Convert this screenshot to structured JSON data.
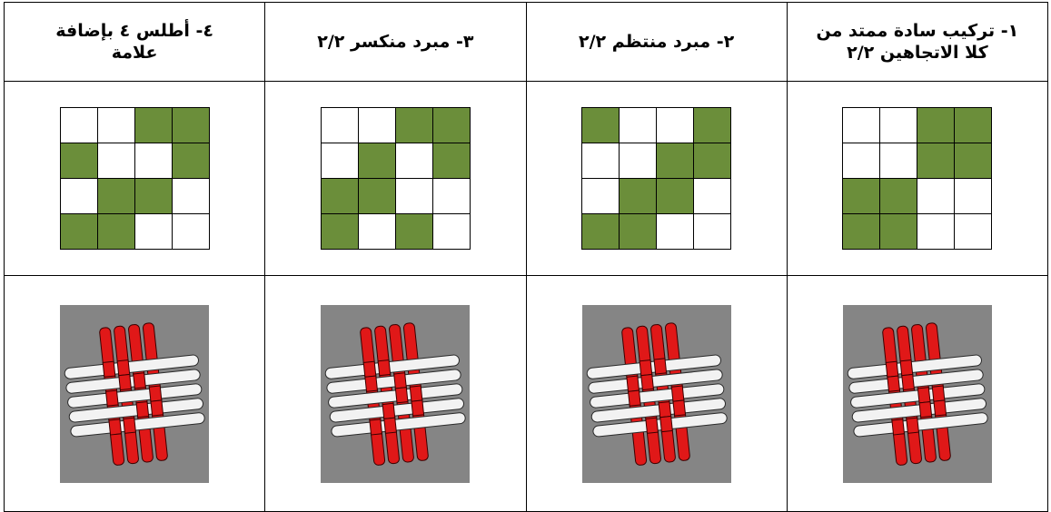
{
  "colors": {
    "filled_cell": "#6b8e3a",
    "empty_cell": "#ffffff",
    "warp_thread": "#e01818",
    "weft_thread": "#f2f2f2",
    "image_background": "#858585"
  },
  "columns": [
    {
      "title": "١- تركيب سادة ممتد من\nكلا الاتجاهين ٢/٢",
      "grid": [
        [
          0,
          0,
          1,
          1
        ],
        [
          0,
          0,
          1,
          1
        ],
        [
          1,
          1,
          0,
          0
        ],
        [
          1,
          1,
          0,
          0
        ]
      ],
      "image": "woven fabric render"
    },
    {
      "title": "٢- مبرد منتظم ٢/٢",
      "grid": [
        [
          1,
          0,
          0,
          1
        ],
        [
          0,
          0,
          1,
          1
        ],
        [
          0,
          1,
          1,
          0
        ],
        [
          1,
          1,
          0,
          0
        ]
      ],
      "image": "woven fabric render"
    },
    {
      "title": "٣- مبرد منكسر ٢/٢",
      "grid": [
        [
          0,
          0,
          1,
          1
        ],
        [
          0,
          1,
          0,
          1
        ],
        [
          1,
          1,
          0,
          0
        ],
        [
          1,
          0,
          1,
          0
        ]
      ],
      "image": "woven fabric render"
    },
    {
      "title": "٤- أطلس ٤ بإضافة\nعلامة",
      "grid": [
        [
          0,
          0,
          1,
          1
        ],
        [
          1,
          0,
          0,
          1
        ],
        [
          0,
          1,
          1,
          0
        ],
        [
          1,
          1,
          0,
          0
        ]
      ],
      "image": "woven fabric render"
    }
  ]
}
